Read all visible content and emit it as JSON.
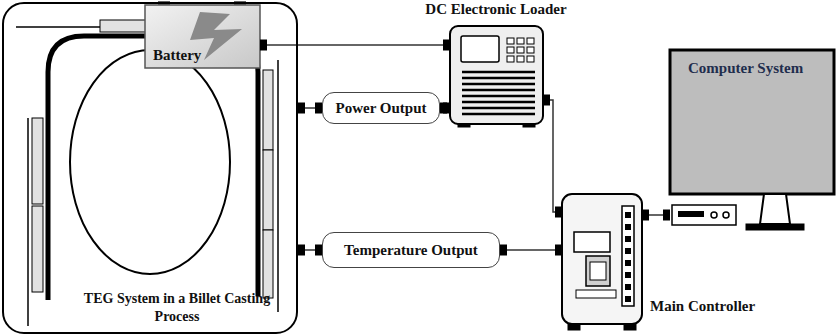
{
  "diagram": {
    "nodes": [
      {
        "text": [
          "TEG System in a Billet Casting Process"
        ]
      },
      {
        "text": [
          "Battery"
        ]
      },
      {
        "text": [
          "DC Electronic Loader"
        ]
      },
      {
        "text": [
          "Computer System"
        ]
      },
      {
        "text": [
          "Power Output"
        ]
      },
      {
        "text": [
          "Temperature Output"
        ]
      },
      {
        "text": [
          "Main Controller"
        ]
      }
    ],
    "edges": [
      {
        "from": 1,
        "to": 2,
        "arrow": "none"
      },
      {
        "from": 0,
        "to": 4,
        "arrow": "none"
      },
      {
        "from": 4,
        "to": 2,
        "arrow": "none"
      },
      {
        "from": 2,
        "to": 6,
        "arrow": "none"
      },
      {
        "from": 0,
        "to": 5,
        "arrow": "none"
      },
      {
        "from": 5,
        "to": 6,
        "arrow": "none"
      },
      {
        "from": 6,
        "to": 3,
        "arrow": "none"
      }
    ]
  }
}
